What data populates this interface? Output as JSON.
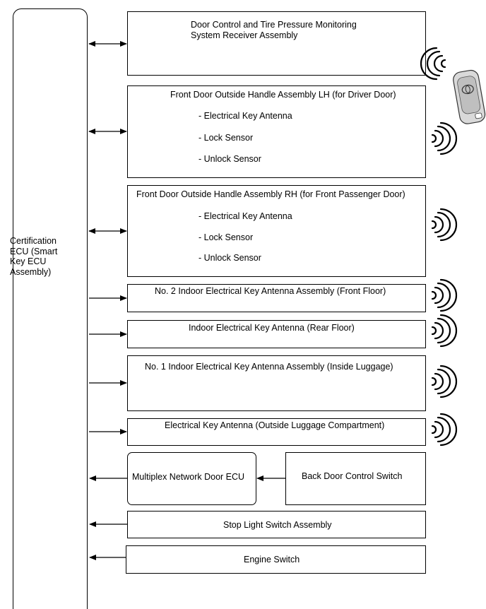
{
  "ecu": {
    "label_lines": [
      "Certification",
      "ECU (Smart",
      "Key ECU",
      "Assembly)"
    ]
  },
  "components": {
    "receiver": {
      "line1": "Door Control and Tire Pressure Monitoring",
      "line2": "System Receiver Assembly"
    },
    "handle_lh": {
      "title": "Front Door Outside Handle Assembly LH (for Driver Door)",
      "items": [
        "- Electrical Key Antenna",
        "- Lock Sensor",
        "- Unlock Sensor"
      ]
    },
    "handle_rh": {
      "title": "Front Door Outside Handle Assembly RH (for Front Passenger Door)",
      "items": [
        "- Electrical Key Antenna",
        "- Lock Sensor",
        "- Unlock Sensor"
      ]
    },
    "antenna_front_floor": "No. 2 Indoor Electrical Key Antenna Assembly (Front Floor)",
    "antenna_rear_floor": "Indoor Electrical Key Antenna (Rear Floor)",
    "antenna_luggage": "No. 1 Indoor Electrical Key Antenna Assembly (Inside Luggage)",
    "antenna_outside_luggage": "Electrical Key Antenna (Outside Luggage Compartment)",
    "multiplex_ecu": "Multiplex Network Door ECU",
    "back_door_switch": "Back Door Control Switch",
    "stop_light_switch": "Stop Light Switch Assembly",
    "engine_switch": "Engine Switch"
  },
  "icons": {
    "key_fob": "smart-key-fob-icon",
    "signal": "radio-wave-icon"
  }
}
